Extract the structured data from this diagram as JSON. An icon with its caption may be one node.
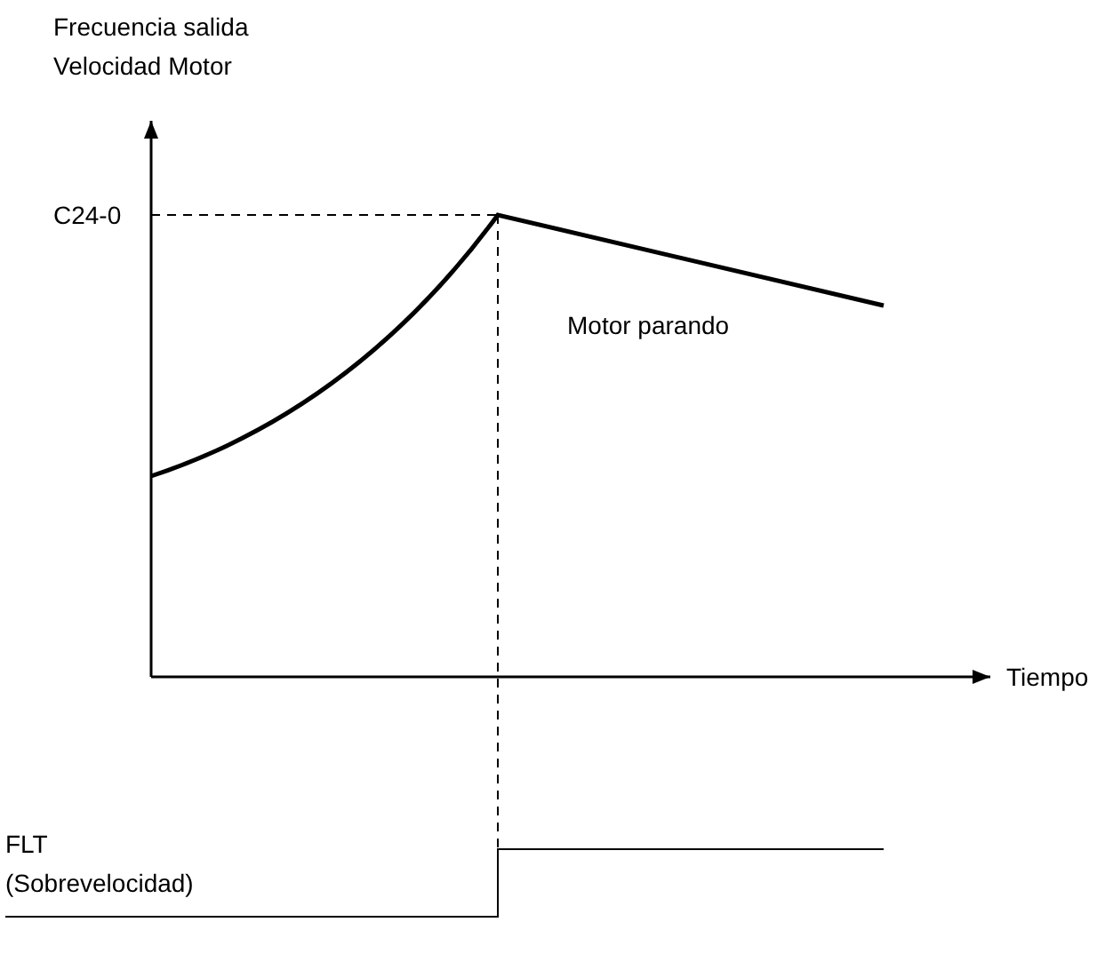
{
  "diagram": {
    "labels": [
      "Frecuencia salida Velocidad Motor",
      "C24-0",
      "Motor parando",
      "Tiempo",
      "FLT (Sobrevelocidad)"
    ]
  }
}
